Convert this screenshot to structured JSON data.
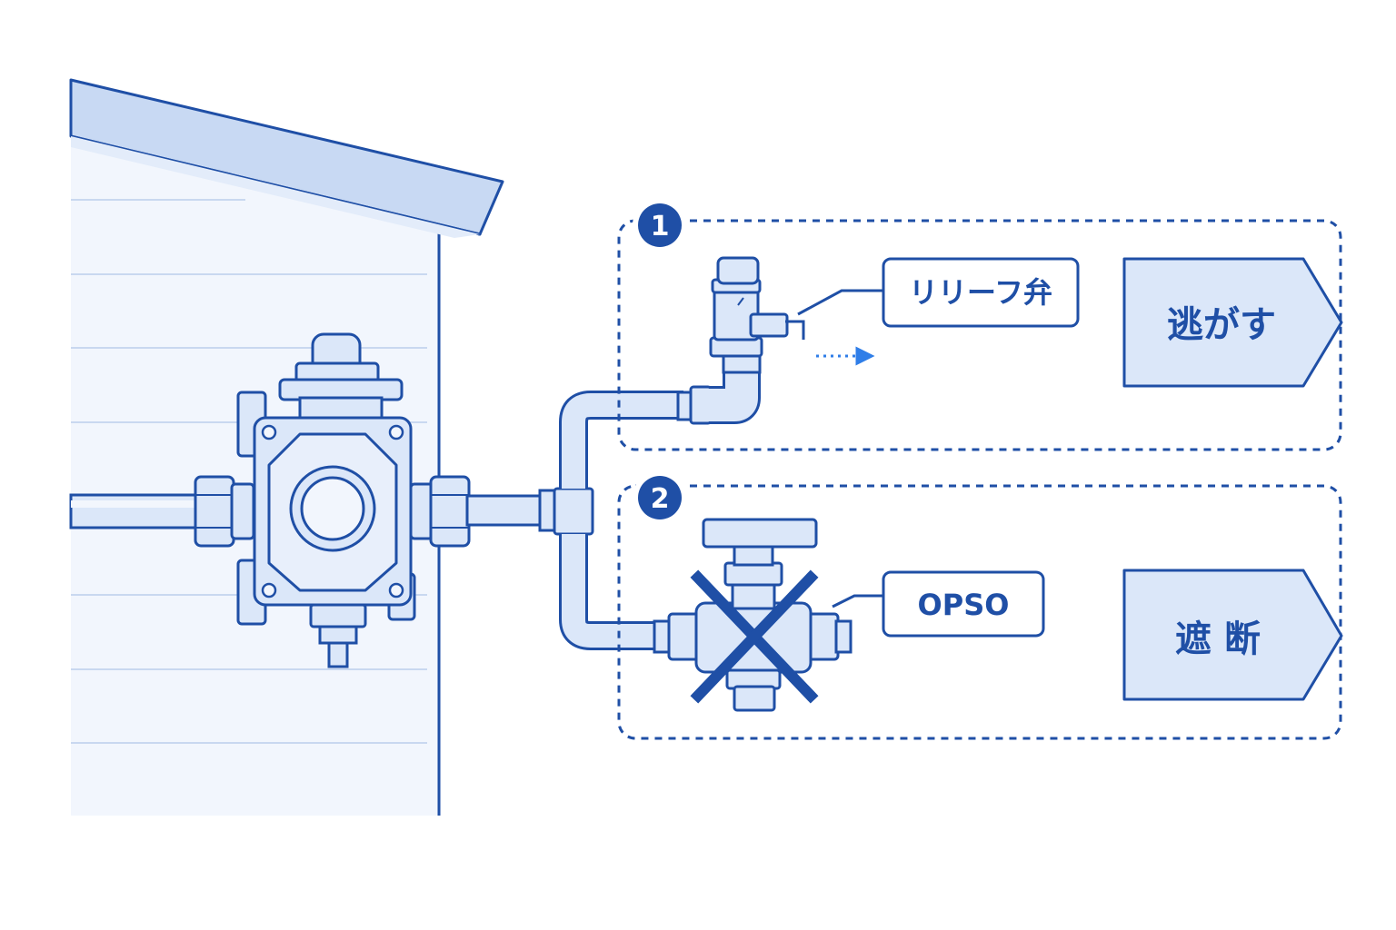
{
  "steps": [
    {
      "number": "1",
      "component_label": "リリーフ弁",
      "action_label": "逃がす"
    },
    {
      "number": "2",
      "component_label": "OPSO",
      "action_label": "遮 断"
    }
  ],
  "colors": {
    "line": "#1f4fa6",
    "fill": "#dbe7f9",
    "fill_light": "#f2f6fd",
    "accent": "#2f7ee8"
  }
}
